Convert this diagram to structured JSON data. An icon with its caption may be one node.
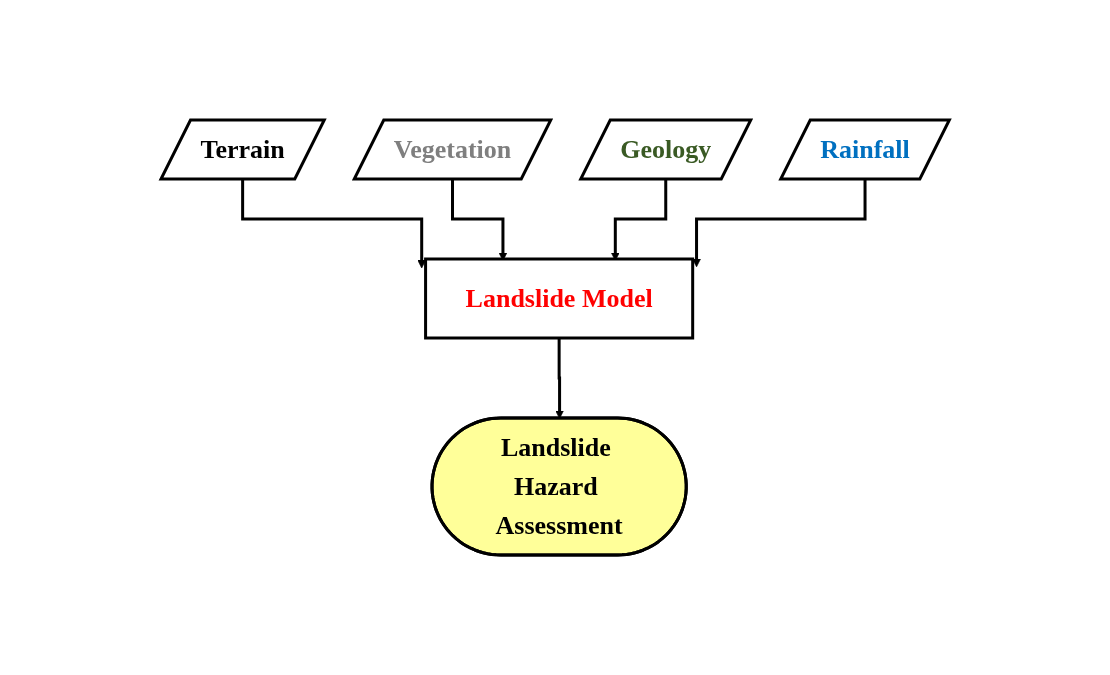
{
  "diagram": {
    "nodes": [
      {
        "text": [
          "Terrain"
        ]
      },
      {
        "text": [
          "Vegetation"
        ]
      },
      {
        "text": [
          "Geology"
        ]
      },
      {
        "text": [
          "Rainfall"
        ]
      },
      {
        "text": [
          "Landslide Model"
        ]
      },
      {
        "text": [
          "Landslide Hazard Assessment"
        ]
      }
    ],
    "edges": [
      {
        "from": 0,
        "to": 4,
        "arrow": "to"
      },
      {
        "from": 1,
        "to": 4,
        "arrow": "to"
      },
      {
        "from": 2,
        "to": 4,
        "arrow": "to"
      },
      {
        "from": 3,
        "to": 4,
        "arrow": "to"
      },
      {
        "from": 4,
        "to": 5,
        "arrow": "to"
      }
    ]
  }
}
